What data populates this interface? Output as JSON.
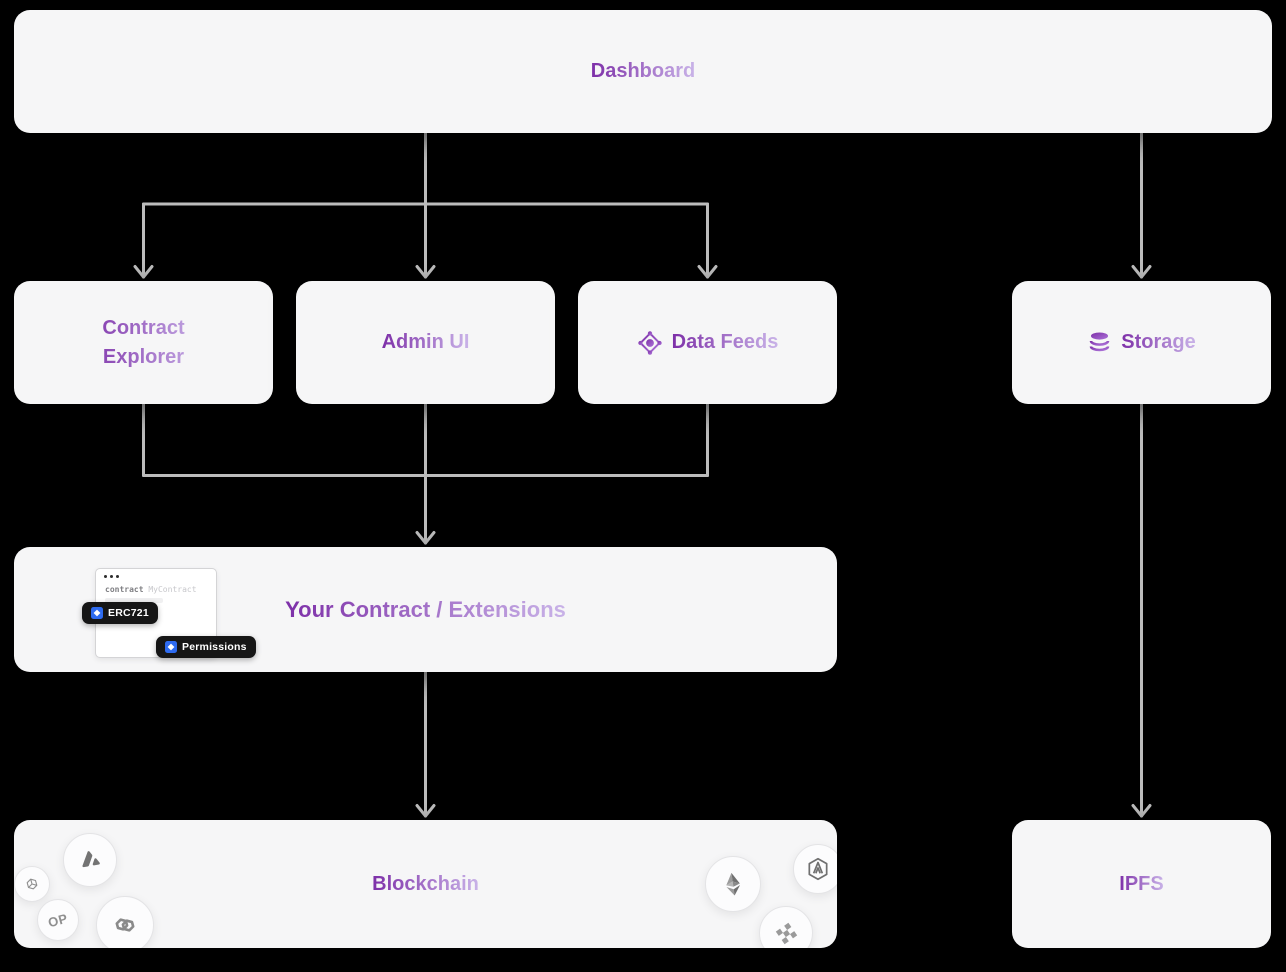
{
  "colors": {
    "background": "#000000",
    "card_background": "#f6f6f7",
    "text_gradient_start": "#7d2fa8",
    "text_gradient_end": "#c9b3e8",
    "connector": "#bcbcbc",
    "badge_background": "#161616",
    "badge_text": "#ffffff",
    "extension_icon_blue": "#2e6bf0"
  },
  "nodes": {
    "dashboard": {
      "label": "Dashboard"
    },
    "contract_explorer": {
      "label": "Contract Explorer"
    },
    "admin_ui": {
      "label": "Admin UI"
    },
    "data_feeds": {
      "label": "Data Feeds",
      "icon": "data-feeds-icon"
    },
    "storage": {
      "label": "Storage",
      "icon": "database-icon"
    },
    "your_contract": {
      "label": "Your Contract / Extensions"
    },
    "blockchain": {
      "label": "Blockchain",
      "optimism_label": "OP",
      "chain_icons": [
        "avalanche-icon",
        "wireframe-cube-icon",
        "optimism-icon",
        "polygon-icon",
        "ethereum-icon",
        "arbitrum-icon",
        "bnb-icon"
      ]
    },
    "ipfs": {
      "label": "IPFS"
    }
  },
  "contract_mock": {
    "code_keyword": "contract",
    "code_identifier": "MyContract",
    "badges": [
      {
        "label": "ERC721",
        "icon": "extension-icon"
      },
      {
        "label": "Permissions",
        "icon": "extension-icon"
      }
    ]
  }
}
